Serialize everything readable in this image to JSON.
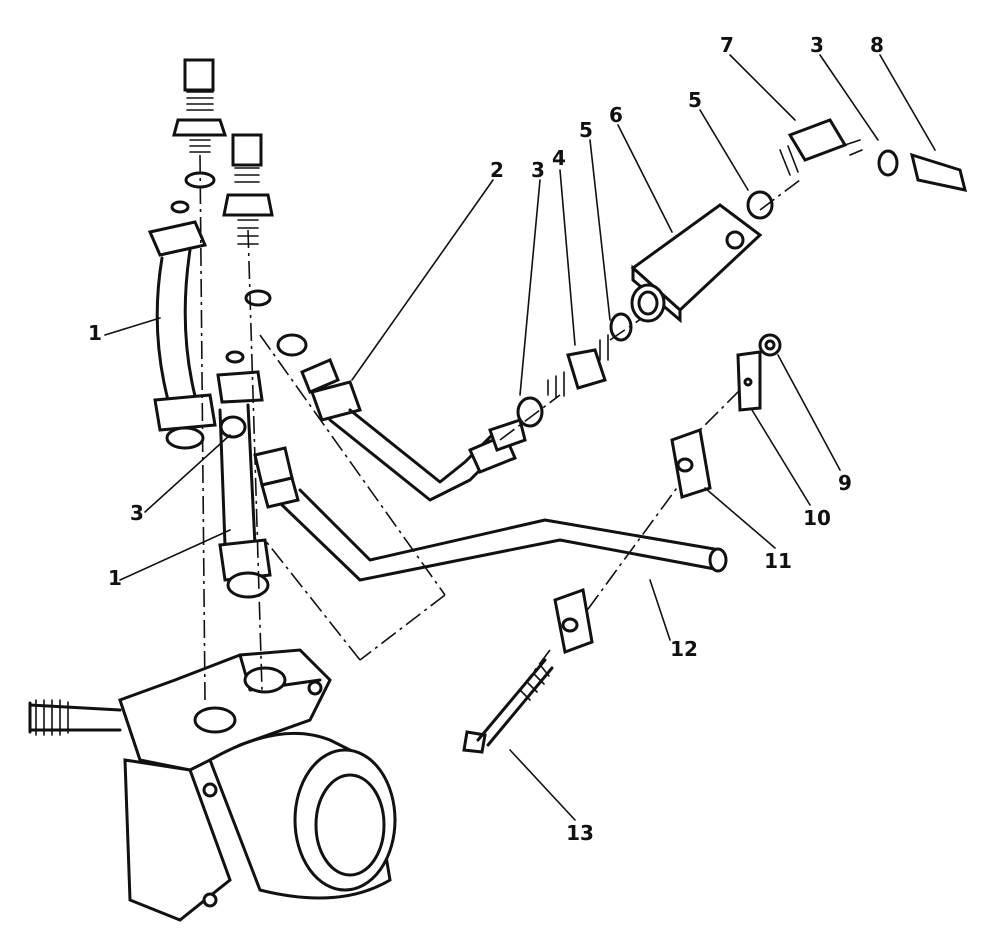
{
  "callouts": [
    {
      "id": "c1a",
      "label": "1"
    },
    {
      "id": "c1b",
      "label": "1"
    },
    {
      "id": "c2",
      "label": "2"
    },
    {
      "id": "c3a",
      "label": "3"
    },
    {
      "id": "c3b",
      "label": "3"
    },
    {
      "id": "c3c",
      "label": "3"
    },
    {
      "id": "c4",
      "label": "4"
    },
    {
      "id": "c5a",
      "label": "5"
    },
    {
      "id": "c5b",
      "label": "5"
    },
    {
      "id": "c6",
      "label": "6"
    },
    {
      "id": "c7",
      "label": "7"
    },
    {
      "id": "c8",
      "label": "8"
    },
    {
      "id": "c9",
      "label": "9"
    },
    {
      "id": "c10",
      "label": "10"
    },
    {
      "id": "c11",
      "label": "11"
    },
    {
      "id": "c12",
      "label": "12"
    },
    {
      "id": "c13",
      "label": "13"
    }
  ]
}
